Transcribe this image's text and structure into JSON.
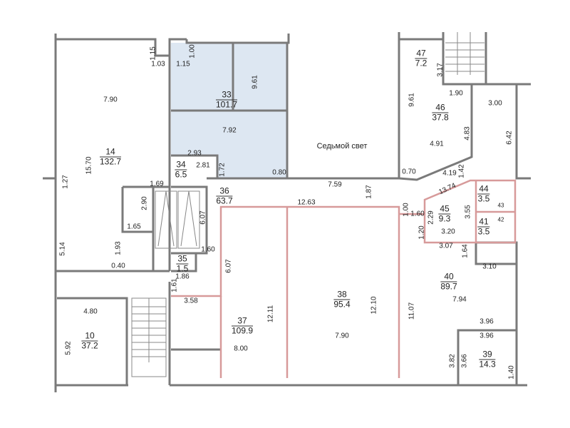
{
  "plan": {
    "zone_label": "Седьмой свет",
    "colors": {
      "wall": "#7a7a7a",
      "highlight": "#dde7f2",
      "red_line": "#d79a9a"
    },
    "rooms": [
      {
        "number": "14",
        "area": "132.7"
      },
      {
        "number": "33",
        "area": "101.7"
      },
      {
        "number": "34",
        "area": "6.5"
      },
      {
        "number": "36",
        "area": "63.7"
      },
      {
        "number": "35",
        "area": "1.5"
      },
      {
        "number": "10",
        "area": "37.2"
      },
      {
        "number": "37",
        "area": "109.9"
      },
      {
        "number": "38",
        "area": "95.4"
      },
      {
        "number": "40",
        "area": "89.7"
      },
      {
        "number": "39",
        "area": "14.3"
      },
      {
        "number": "45",
        "area": "9.3"
      },
      {
        "number": "44",
        "area": "3.5"
      },
      {
        "number": "41",
        "area": "3.5"
      },
      {
        "number": "47",
        "area": "7.2"
      },
      {
        "number": "46",
        "area": "37.8"
      }
    ],
    "dims": [
      "1.15",
      "1.00",
      "1.03",
      "1.15",
      "7.90",
      "9.61",
      "7.92",
      "15.70",
      "1.27",
      "2.93",
      "2.81",
      "1.72",
      "0.80",
      "1.69",
      "2.90",
      "1.65",
      "6.07",
      "5.14",
      "1.93",
      "1.60",
      "6.07",
      "0.40",
      "1.86",
      "1.61",
      "3.58",
      "4.80",
      "12.11",
      "8.00",
      "5.92",
      "7.90",
      "12.10",
      "11.07",
      "7.94",
      "3.96",
      "3.96",
      "3.82",
      "3.66",
      "1.40",
      "3.07",
      "1.64",
      "3.10",
      "3.20",
      "2.29",
      "3.55",
      "1.20",
      "1.60",
      "1.00",
      "13.74",
      "4.19",
      "1.42",
      "0.70",
      "7.59",
      "1.87",
      "12.63",
      "4.91",
      "4.83",
      "6.42",
      "3.00",
      "1.90",
      "9.61",
      "3.17",
      "43",
      "42"
    ]
  }
}
